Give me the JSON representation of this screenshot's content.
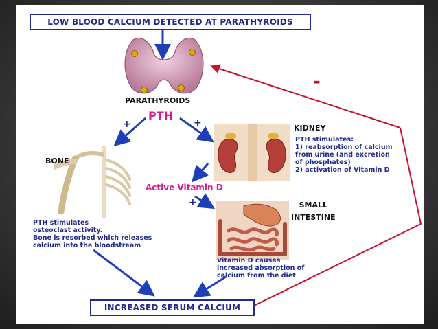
{
  "title": "LOW BLOOD CALCIUM DETECTED AT PARATHYROIDS",
  "result": "INCREASED SERUM CALCIUM",
  "hormone": "PTH",
  "active_vitamin": "Active Vitamin D",
  "feedback_sign": "-",
  "plus_sign": "+",
  "organs": {
    "parathyroids": "PARATHYROIDS",
    "kidney": "KIDNEY",
    "bone": "BONE",
    "intestine_line1": "SMALL",
    "intestine_line2": "INTESTINE"
  },
  "kidney_text": [
    "PTH stimulates:",
    "1) reabsorption of calcium",
    "from urine (and excretion",
    "of phosphates)",
    "2) activation of Vitamin D"
  ],
  "bone_text": [
    "PTH stimulates",
    "osteoclast activity.",
    "Bone is resorbed which releases",
    "calcium into the bloodstream"
  ],
  "intestine_text": [
    "Vitamin D causes",
    "increased absorption of",
    "calcium from the diet"
  ],
  "colors": {
    "arrow_blue": "#1f3fb8",
    "feedback_red": "#c8102e",
    "label_blue": "#1f2a8c",
    "magenta": "#d41b8c"
  }
}
